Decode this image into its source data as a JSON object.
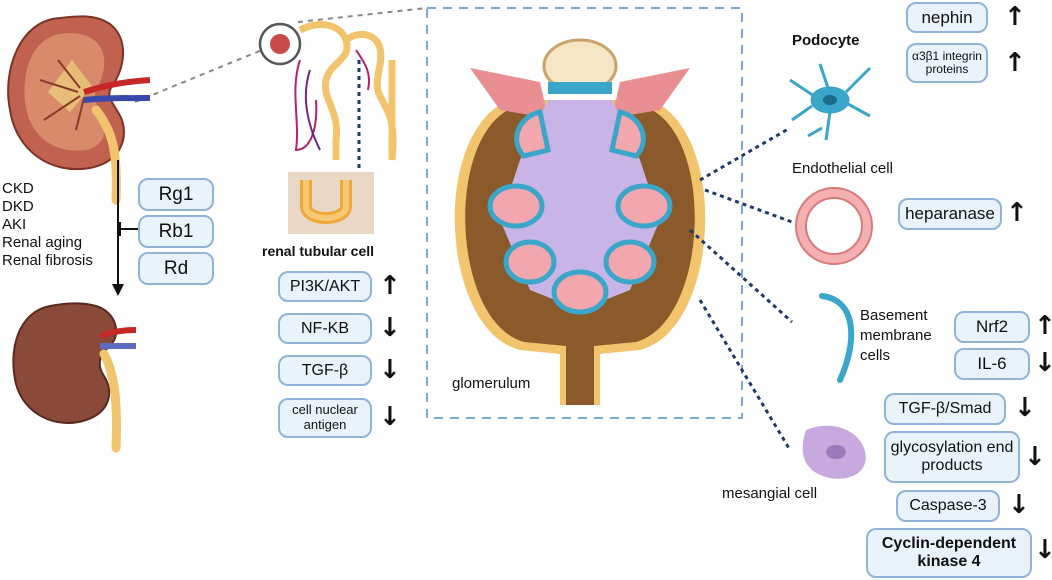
{
  "disease_list": [
    "CKD",
    "DKD",
    "AKI",
    "Renal aging",
    "Renal fibrosis"
  ],
  "ginsenosides": [
    "Rg1",
    "Rb1",
    "Rd"
  ],
  "tubular": {
    "title": "renal tubular cell",
    "items": [
      {
        "label": "PI3K/AKT",
        "direction": "up"
      },
      {
        "label": "NF-KB",
        "direction": "down"
      },
      {
        "label": "TGF-β",
        "direction": "down"
      },
      {
        "label": "cell nuclear antigen",
        "direction": "down"
      }
    ]
  },
  "glomerulum_label": "glomerulum",
  "podocyte": {
    "title": "Podocyte",
    "items": [
      {
        "label": "nephin",
        "direction": "up"
      },
      {
        "label": "α3β1 integrin proteins",
        "direction": "up"
      }
    ]
  },
  "endothelial": {
    "title": "Endothelial cell",
    "items": [
      {
        "label": "heparanase",
        "direction": "up"
      }
    ]
  },
  "basement": {
    "title": "Basement membrane cells",
    "items": [
      {
        "label": "Nrf2",
        "direction": "up"
      },
      {
        "label": "IL-6",
        "direction": "down"
      }
    ]
  },
  "mesangial": {
    "title": "mesangial cell",
    "items": [
      {
        "label": "TGF-β/Smad",
        "direction": "down"
      },
      {
        "label": "glycosylation end products",
        "direction": "down"
      },
      {
        "label": "Caspase-3",
        "direction": "down"
      },
      {
        "label": "Cyclin-dependent kinase 4",
        "direction": "down"
      }
    ]
  },
  "arrow_glyphs": {
    "up": "↑",
    "down": "↓"
  },
  "colors": {
    "box_fill": "#eaf2fb",
    "box_border": "#8fb3d9",
    "dash_blue": "#7aa7d6",
    "connector": "#1f3a6b",
    "kidney_cortex": "#b5574a",
    "glomerulus_pink": "#f2a6ad",
    "capsule_brown": "#8a5a2a",
    "cell_cyan": "#3aa6c9",
    "ureter_yellow": "#f2c46d"
  }
}
